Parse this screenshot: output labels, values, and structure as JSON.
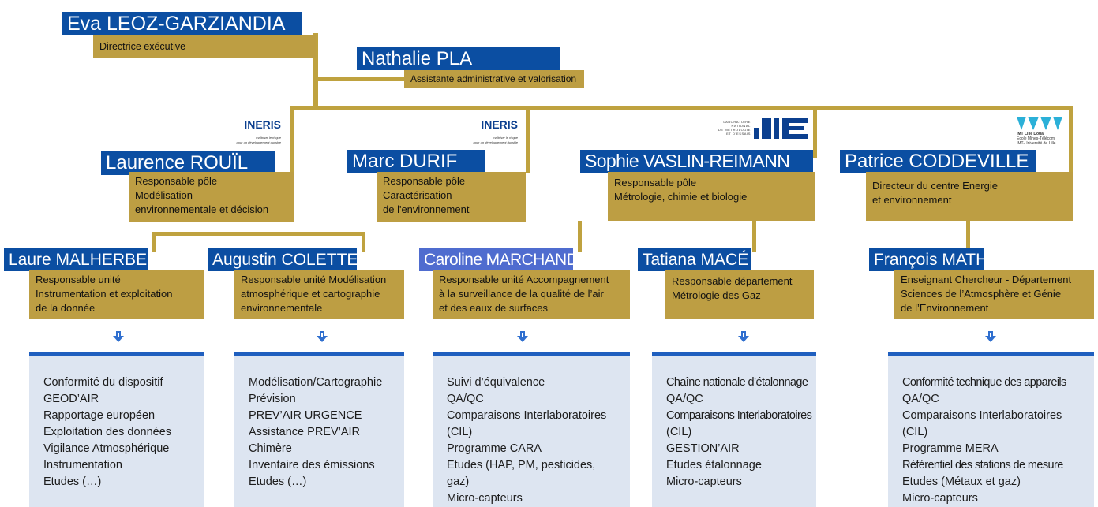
{
  "director": {
    "name": "Eva LEOZ-GARZIANDIA",
    "role": "Directrice exécutive"
  },
  "assistant": {
    "name": "Nathalie PLA",
    "role": "Assistante administrative et valorisation"
  },
  "logos": {
    "ineris": {
      "word": "INERIS",
      "tag1": "maîtriser le risque",
      "tag2": "pour un développement durable"
    },
    "lne": {
      "small": [
        "LABORATOIRE",
        "NATIONAL",
        "DE MÉTROLOGIE",
        "ET D'ESSAIS"
      ],
      "word": "LNE"
    },
    "imt": {
      "lines": [
        "IMT Lille Douai",
        "École Mines-Télécom",
        "IMT-Université de Lille"
      ]
    }
  },
  "heads": [
    {
      "name": "Laurence ROUÏL",
      "role": [
        "Responsable pôle",
        "Modélisation",
        "environnementale et décision"
      ]
    },
    {
      "name": "Marc DURIF",
      "role": [
        "Responsable pôle",
        "Caractérisation",
        "de l'environnement"
      ]
    },
    {
      "name": "Sophie VASLIN-REIMANN",
      "role": [
        "Responsable pôle",
        "Métrologie, chimie et biologie"
      ]
    },
    {
      "name": "Patrice CODDEVILLE",
      "role": [
        "Directeur du centre Energie",
        "et environnement"
      ]
    }
  ],
  "units": [
    {
      "name": "Laure MALHERBE",
      "role": [
        "Responsable unité",
        "Instrumentation et exploitation",
        "de la donnée"
      ],
      "activities": [
        "Conformité du dispositif",
        "GEOD’AIR",
        "Rapportage européen",
        "Exploitation des données",
        "Vigilance Atmosphérique",
        "Instrumentation",
        "Etudes (…)"
      ]
    },
    {
      "name": "Augustin COLETTE",
      "role": [
        "Responsable unité Modélisation",
        "atmosphérique et cartographie",
        "environnementale"
      ],
      "activities": [
        "Modélisation/Cartographie",
        "Prévision",
        "PREV’AIR URGENCE",
        "Assistance PREV’AIR",
        "Chimère",
        "Inventaire des émissions",
        "Etudes (…)"
      ]
    },
    {
      "name": "Caroline MARCHAND",
      "role": [
        "Responsable unité Accompagnement",
        "à la surveillance de la qualité de l’air",
        "et des eaux de surfaces"
      ],
      "activities": [
        "Suivi d’équivalence",
        "QA/QC",
        "Comparaisons Interlaboratoires",
        "(CIL)",
        "Programme CARA",
        "Etudes (HAP, PM, pesticides,",
        "gaz)",
        "Micro-capteurs"
      ]
    },
    {
      "name": "Tatiana MACÉ",
      "role": [
        "Responsable département",
        "Métrologie des Gaz"
      ],
      "activities": [
        "Chaîne nationale d’étalonnage",
        "QA/QC",
        "Comparaisons Interlaboratoires",
        "(CIL)",
        "GESTION’AIR",
        "Etudes étalonnage",
        "Micro-capteurs"
      ]
    },
    {
      "name": "François MATHÉ",
      "role": [
        "Enseignant Chercheur - Département",
        "Sciences de l’Atmosphère et Génie",
        "de l’Environnement"
      ],
      "activities": [
        "Conformité technique des appareils",
        "QA/QC",
        "Comparaisons Interlaboratoires",
        "(CIL)",
        "Programme MERA",
        "Référentiel des stations de mesure",
        "Etudes (Métaux et gaz)",
        "Micro-capteurs"
      ]
    }
  ]
}
